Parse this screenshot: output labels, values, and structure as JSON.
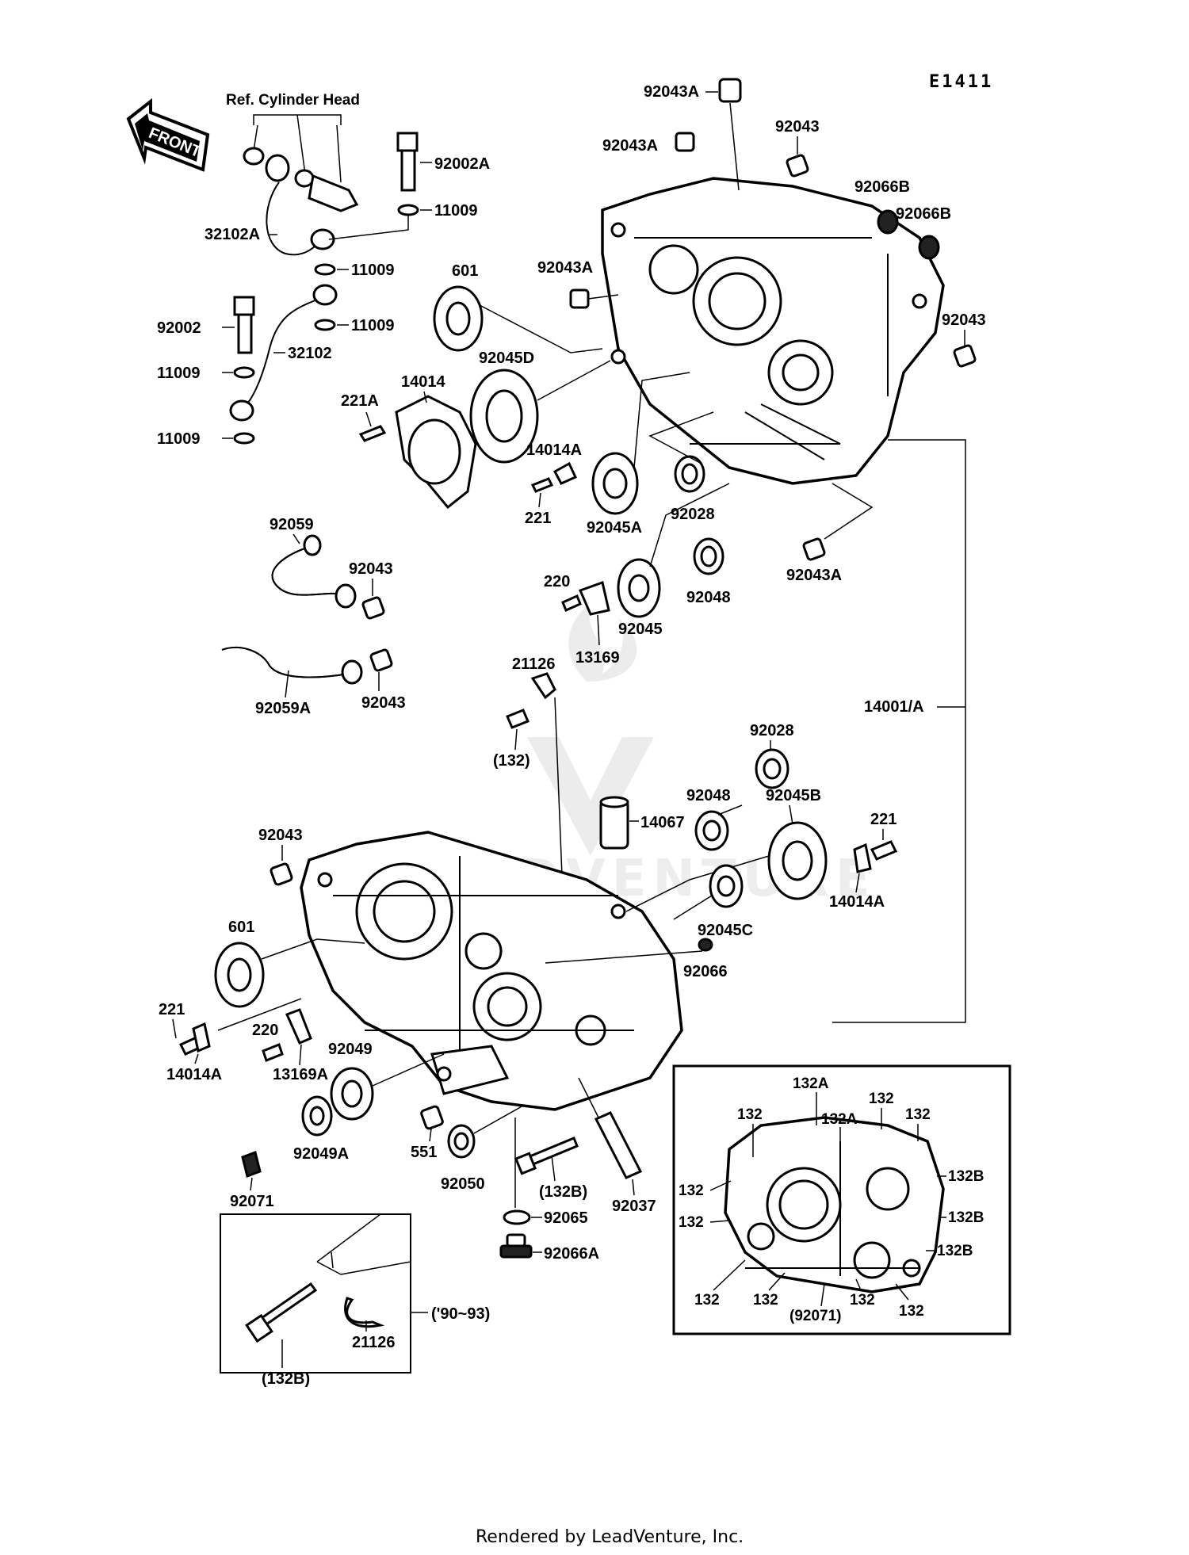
{
  "header": {
    "code": "E1411",
    "ref_note": "Ref. Cylinder Head"
  },
  "front_arrow": {
    "label": "FRONT",
    "icon": "front-arrow-icon"
  },
  "watermark": {
    "text": "LEADVENTURE"
  },
  "labels": {
    "p92043A_top": "92043A",
    "p92043A_2": "92043A",
    "p92043_top": "92043",
    "p92066B_1": "92066B",
    "p92066B_2": "92066B",
    "p92002A": "92002A",
    "p11009_a": "11009",
    "p32102A": "32102A",
    "p11009_b": "11009",
    "p92043A_3": "92043A",
    "p601_top": "601",
    "p92002": "92002",
    "p11009_c": "11009",
    "p32102": "32102",
    "p92043_right": "92043",
    "p92045D": "92045D",
    "p11009_d": "11009",
    "p14014": "14014",
    "p221A": "221A",
    "p11009_e": "11009",
    "p14014A_top": "14014A",
    "p221_top": "221",
    "p92045A": "92045A",
    "p92028_top": "92028",
    "p92059": "92059",
    "p92043_mid": "92043",
    "p220_top": "220",
    "p92048_top": "92048",
    "p92043A_4": "92043A",
    "p92045": "92045",
    "p13169": "13169",
    "p92059A": "92059A",
    "p92043_low": "92043",
    "p21126_top": "21126",
    "p14001A": "14001/A",
    "p132_paren": "(132)",
    "p92028_low": "92028",
    "p92048_low": "92048",
    "p14067": "14067",
    "p92045B": "92045B",
    "p221_right": "221",
    "p92043_left": "92043",
    "p14014A_right": "14014A",
    "p92045C": "92045C",
    "p601_low": "601",
    "p92066": "92066",
    "p221_left": "221",
    "p220_low": "220",
    "p92049": "92049",
    "p14014A_left": "14014A",
    "p13169A": "13169A",
    "p92049A": "92049A",
    "p551": "551",
    "p92050": "92050",
    "p132B_mid": "(132B)",
    "p92037": "92037",
    "p92071": "92071",
    "p92065": "92065",
    "p92066A": "92066A",
    "p132B_box": "(132B)",
    "p21126_box": "21126",
    "p90_93": "('90~93)"
  },
  "inset": {
    "labels": {
      "i132A_1": "132A",
      "i132A_2": "132A",
      "i132_a": "132",
      "i132_b": "132",
      "i132_c": "132",
      "i132B_1": "132B",
      "i132_d": "132",
      "i132B_2": "132B",
      "i132_e": "132",
      "i132B_3": "132B",
      "i132_f": "132",
      "i132_g": "132",
      "i92071": "(92071)",
      "i132_h": "132",
      "i132_i": "132"
    }
  },
  "footer": {
    "text": "Rendered by LeadVenture, Inc."
  }
}
